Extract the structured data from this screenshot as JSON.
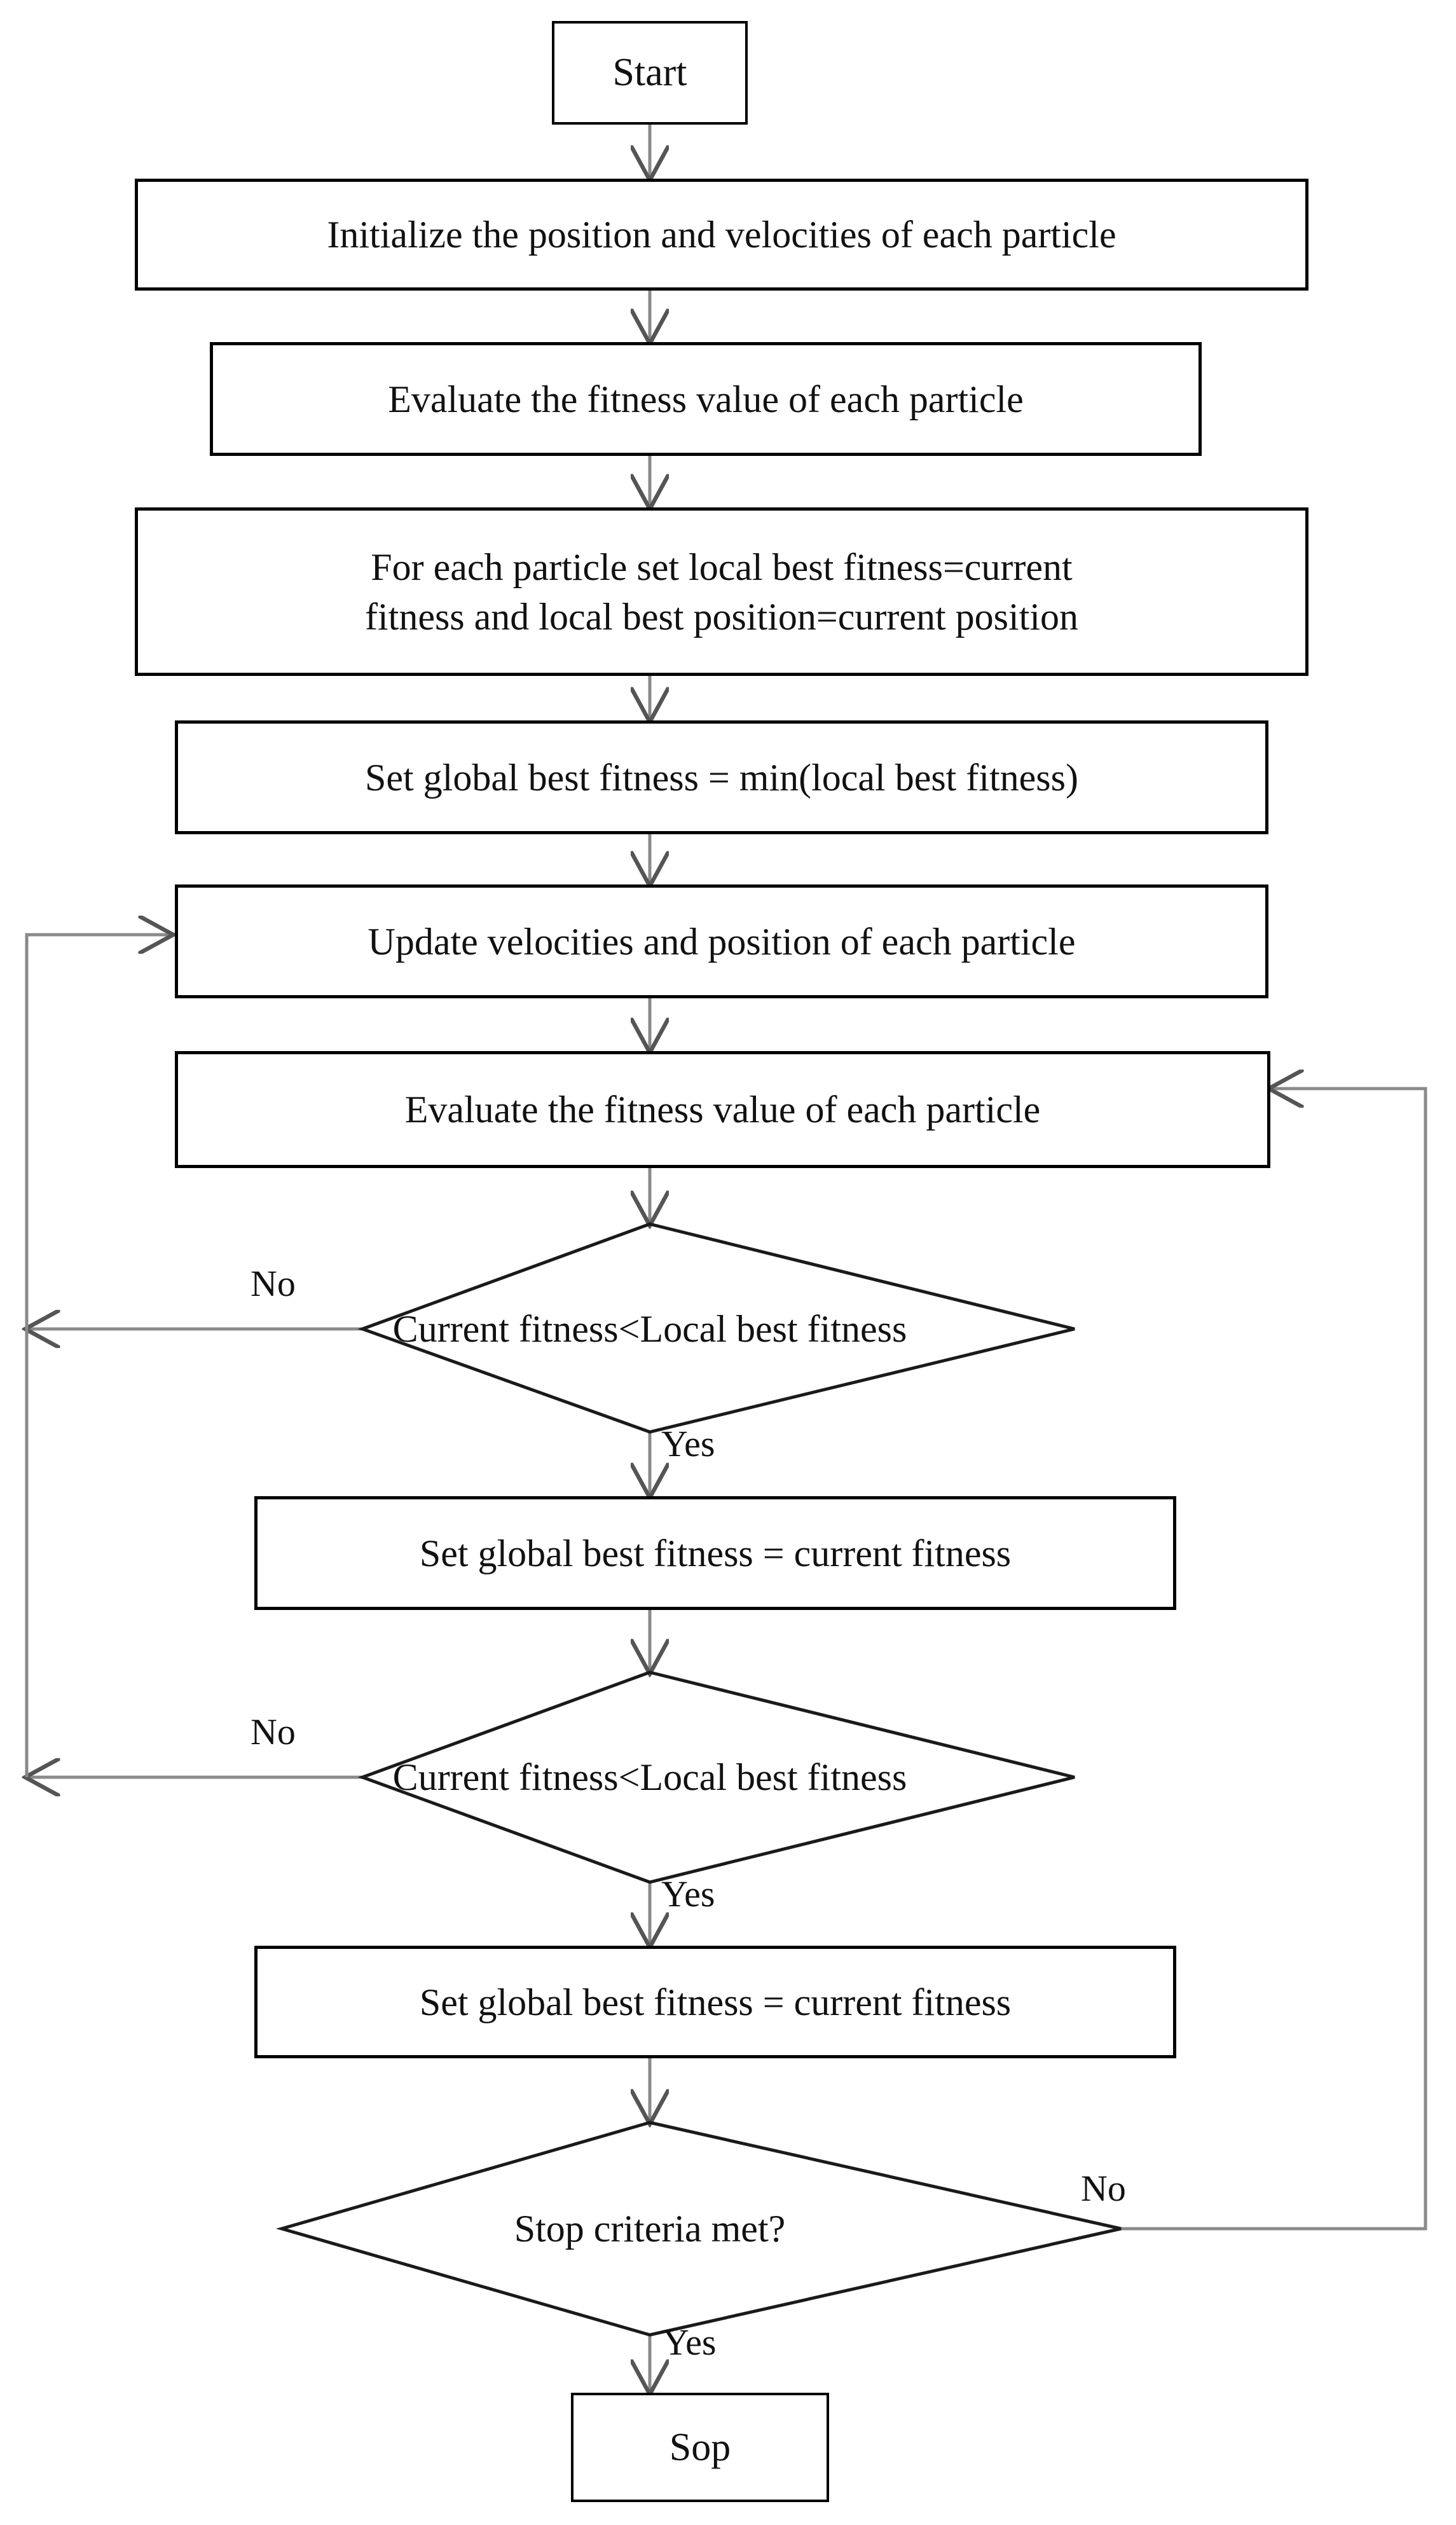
{
  "diagram": {
    "title_text_present": false,
    "colors": {
      "stroke": "#000000",
      "connector": "#808080",
      "text": "#111111",
      "background": "#ffffff"
    },
    "nodes": [
      {
        "id": "start",
        "shape": "process",
        "text": "Start"
      },
      {
        "id": "init",
        "shape": "process",
        "text": "Initialize the position and velocities of each particle"
      },
      {
        "id": "eval1",
        "shape": "process",
        "text": "Evaluate the fitness value of each particle"
      },
      {
        "id": "setlocal",
        "shape": "process",
        "text": "For each particle set local best fitness=current\nfitness and local best position=current position"
      },
      {
        "id": "setglobalmin",
        "shape": "process",
        "text": "Set global best fitness = min(local best fitness)"
      },
      {
        "id": "update",
        "shape": "process",
        "text": "Update velocities and position of each particle"
      },
      {
        "id": "eval2",
        "shape": "process",
        "text": "Evaluate the fitness value of each particle"
      },
      {
        "id": "dec1",
        "shape": "decision",
        "text": "Current fitness<Local best fitness"
      },
      {
        "id": "setglobal1",
        "shape": "process",
        "text": "Set global best fitness = current fitness"
      },
      {
        "id": "dec2",
        "shape": "decision",
        "text": "Current fitness<Local best fitness"
      },
      {
        "id": "setglobal2",
        "shape": "process",
        "text": "Set global best fitness = current fitness"
      },
      {
        "id": "dec3",
        "shape": "decision",
        "text": "Stop criteria met?"
      },
      {
        "id": "stop",
        "shape": "process",
        "text": "Sop"
      }
    ],
    "edge_labels": [
      {
        "id": "dec1-no",
        "text": "No"
      },
      {
        "id": "dec1-yes",
        "text": "Yes"
      },
      {
        "id": "dec2-no",
        "text": "No"
      },
      {
        "id": "dec2-yes",
        "text": "Yes"
      },
      {
        "id": "dec3-no",
        "text": "No"
      },
      {
        "id": "dec3-yes",
        "text": "Yes"
      }
    ]
  }
}
